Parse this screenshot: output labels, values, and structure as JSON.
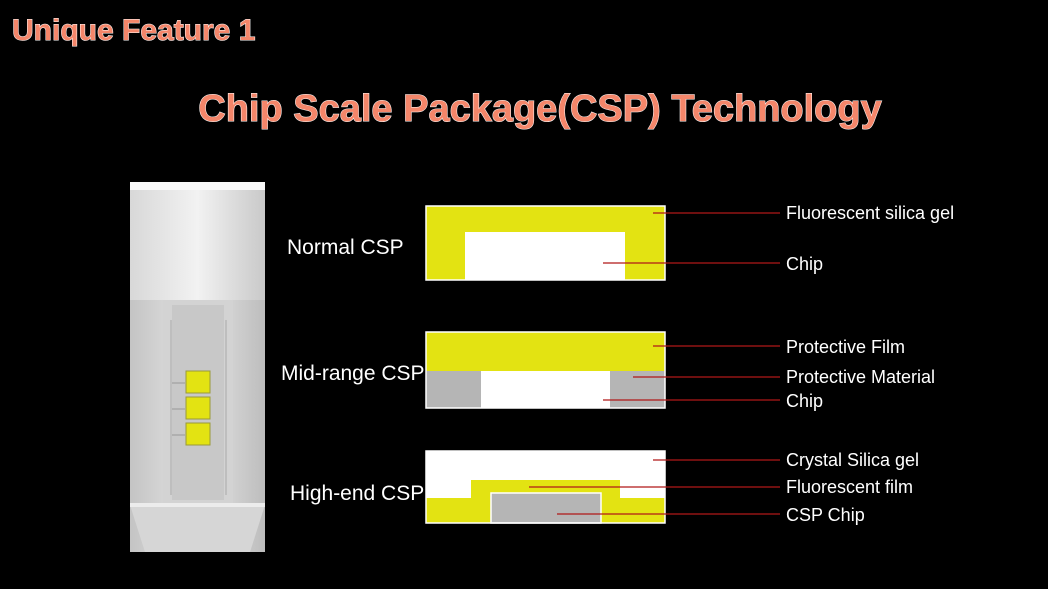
{
  "titles": {
    "feature": "Unique Feature 1",
    "main": "Chip Scale Package(CSP) Technology"
  },
  "colors": {
    "background": "#000000",
    "title_fill": "#f4866a",
    "yellow_layer": "#e3e312",
    "gray_layer": "#b5b5b5",
    "white_layer": "#ffffff",
    "leader_line": "#b01818"
  },
  "rows": [
    {
      "label": "Normal CSP",
      "callouts": [
        "Fluorescent silica gel",
        "Chip"
      ]
    },
    {
      "label": "Mid-range CSP",
      "callouts": [
        "Protective Film",
        "Protective Material",
        "Chip"
      ]
    },
    {
      "label": "High-end CSP",
      "callouts": [
        "Crystal Silica gel",
        "Fluorescent film",
        "CSP Chip"
      ]
    }
  ]
}
